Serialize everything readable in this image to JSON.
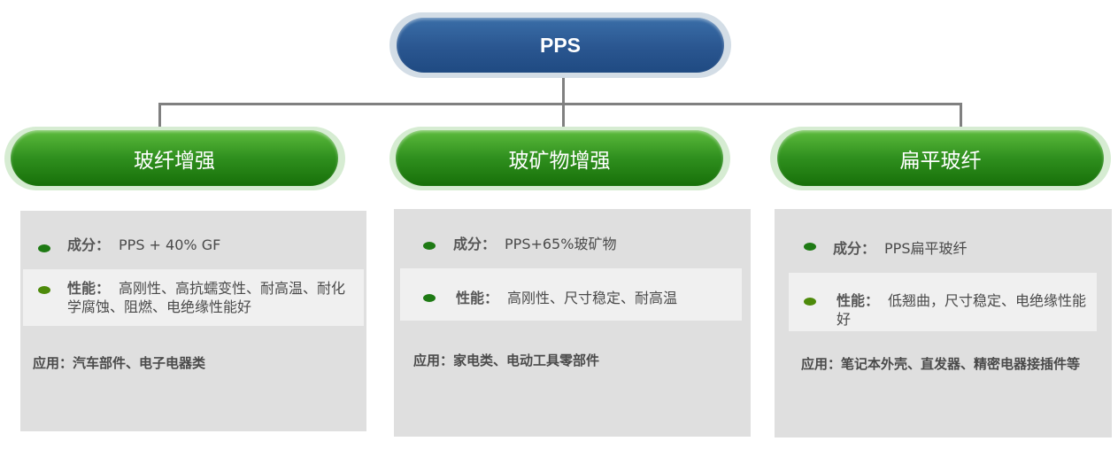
{
  "root": {
    "label": "PPS"
  },
  "branches": [
    {
      "title": "玻纤增强",
      "composition_label": "成分：",
      "composition": "PPS + 40% GF",
      "property_label": "性能：",
      "property": "高刚性、高抗蠕变性、耐高温、耐化学腐蚀、阻燃、电绝缘性能好",
      "application": "应用：汽车部件、电子电器类"
    },
    {
      "title": "玻矿物增强",
      "composition_label": "成分：",
      "composition": "PPS+65%玻矿物",
      "property_label": "性能：",
      "property": "高刚性、尺寸稳定、耐高温",
      "application": "应用：家电类、电动工具零部件"
    },
    {
      "title": "扁平玻纤",
      "composition_label": "成分：",
      "composition": "PPS扁平玻纤",
      "property_label": "性能：",
      "property": "低翘曲，尺寸稳定、电绝缘性能好",
      "application": "应用：笔记本外壳、直发器、精密电器接插件等"
    }
  ],
  "colors": {
    "root": "#2a5690",
    "branch": "#2f8f1e",
    "box": "#dfdfdf"
  }
}
